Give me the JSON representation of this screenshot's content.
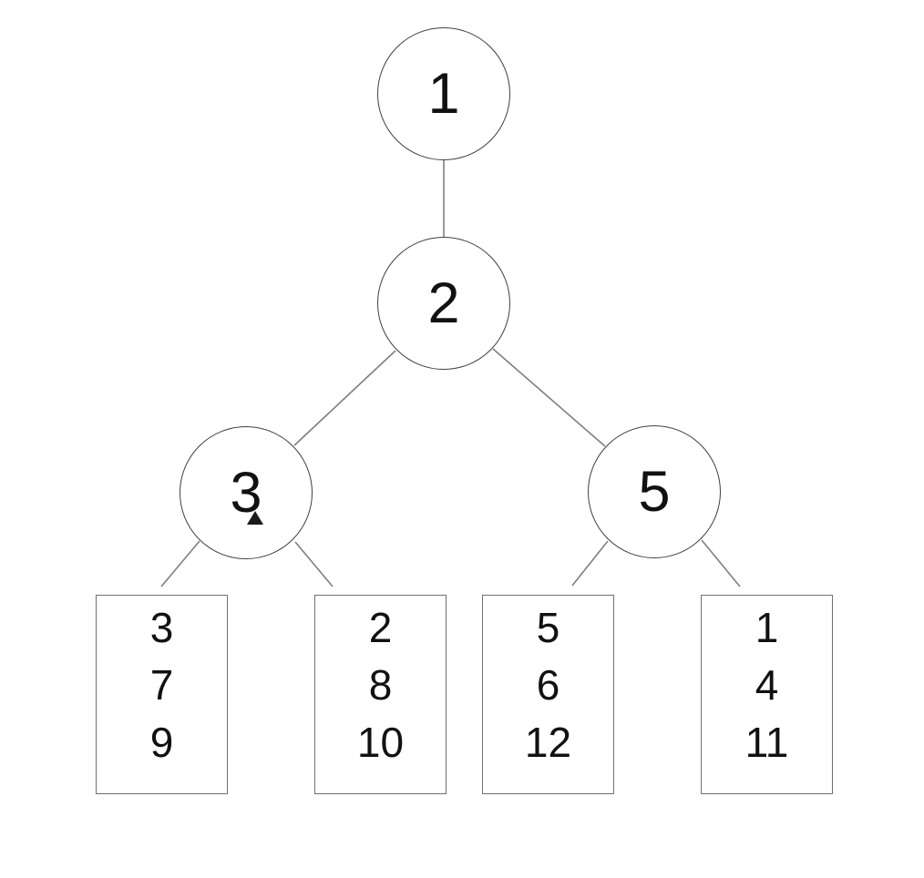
{
  "diagram": {
    "type": "tree",
    "colors": {
      "background": "#ffffff",
      "edge": "#7f7f7f",
      "circle_stroke": "#3f3f3f",
      "box_stroke": "#707070",
      "text": "#111111"
    },
    "nodes": [
      {
        "id": "root",
        "shape": "circle",
        "label": "1"
      },
      {
        "id": "mid",
        "shape": "circle",
        "label": "2"
      },
      {
        "id": "left",
        "shape": "circle",
        "label": "3"
      },
      {
        "id": "right",
        "shape": "circle",
        "label": "5"
      }
    ],
    "leaves": [
      {
        "id": "leaf-0",
        "shape": "rectangle",
        "values": [
          "3",
          "7",
          "9"
        ]
      },
      {
        "id": "leaf-1",
        "shape": "rectangle",
        "values": [
          "2",
          "8",
          "10"
        ]
      },
      {
        "id": "leaf-2",
        "shape": "rectangle",
        "values": [
          "5",
          "6",
          "12"
        ]
      },
      {
        "id": "leaf-3",
        "shape": "rectangle",
        "values": [
          "1",
          "4",
          "11"
        ]
      }
    ],
    "edges": [
      {
        "from": "root",
        "to": "mid"
      },
      {
        "from": "mid",
        "to": "left"
      },
      {
        "from": "mid",
        "to": "right"
      },
      {
        "from": "left",
        "to": "leaf-0"
      },
      {
        "from": "left",
        "to": "leaf-1"
      },
      {
        "from": "right",
        "to": "leaf-2"
      },
      {
        "from": "right",
        "to": "leaf-3"
      }
    ]
  }
}
